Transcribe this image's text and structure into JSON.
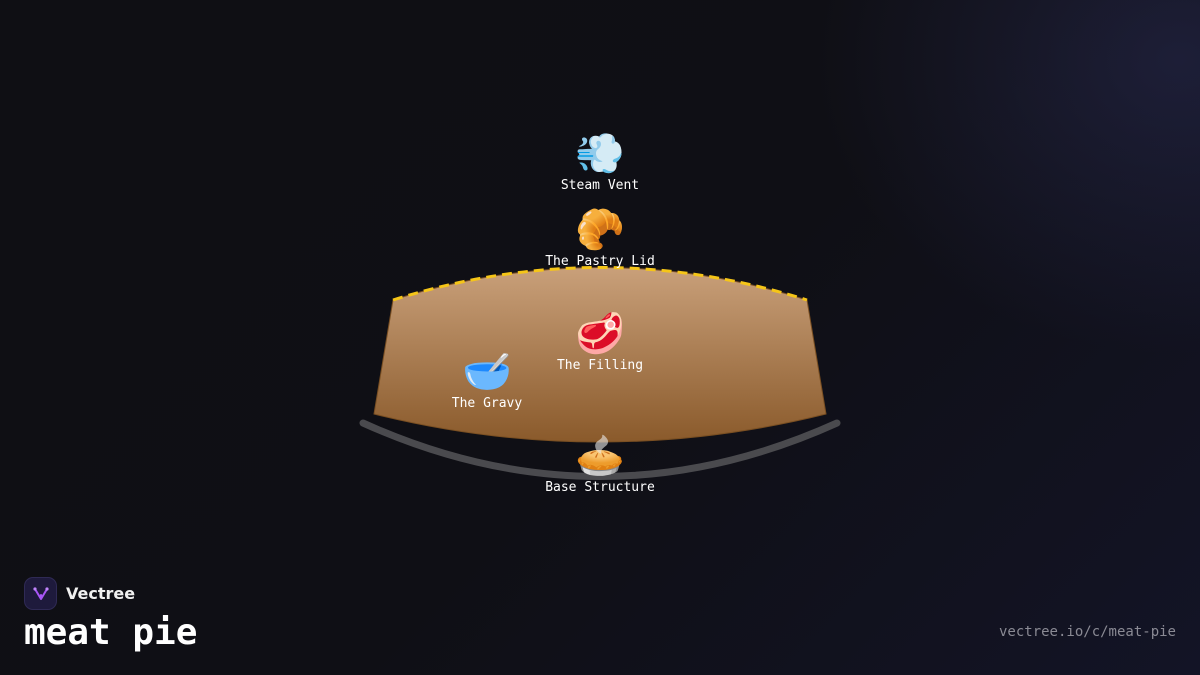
{
  "brand": {
    "name": "Vectree",
    "logo_icon": "vectree-logo-icon",
    "logo_color": "#a855f7"
  },
  "title": "meat pie",
  "url": "vectree.io/c/meat-pie",
  "diagram": {
    "colors": {
      "pie_top": "#c9a07a",
      "pie_bottom": "#8a5a2b",
      "crust_line": "#f5c518",
      "base_arc": "#4a4a4e"
    },
    "nodes": [
      {
        "key": "steam_vent",
        "label": "Steam Vent",
        "emoji": "💨",
        "icon": "steam-icon"
      },
      {
        "key": "pastry_lid",
        "label": "The Pastry Lid",
        "emoji": "🥐",
        "icon": "croissant-icon"
      },
      {
        "key": "filling",
        "label": "The Filling",
        "emoji": "🥩",
        "icon": "meat-icon"
      },
      {
        "key": "gravy",
        "label": "The Gravy",
        "emoji": "🥣",
        "icon": "bowl-icon"
      },
      {
        "key": "base",
        "label": "Base Structure",
        "emoji": "🥧",
        "icon": "pie-icon"
      }
    ]
  }
}
